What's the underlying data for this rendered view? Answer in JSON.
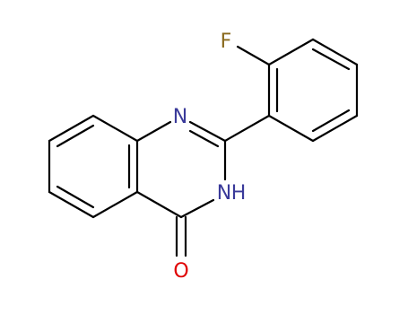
{
  "molecule": {
    "atom_labels": {
      "fluorine": "F",
      "ring_nitrogen": "N",
      "nh_nitrogen": "N",
      "nh_hydrogen": "H",
      "carbonyl_oxygen": "O"
    },
    "colors": {
      "bond": "#000000",
      "fluorine": "#8a6a1e",
      "nitrogen": "#3a3a9a",
      "oxygen": "#e00000"
    }
  }
}
